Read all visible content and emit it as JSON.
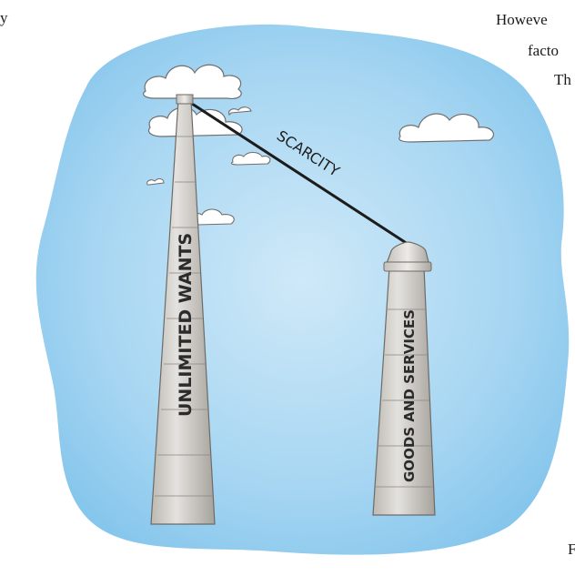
{
  "labels": {
    "scarcity": "SCARCITY",
    "wants": "UNLIMITED WANTS",
    "goods": "GOODS AND SERVICES"
  },
  "margin_fragments": {
    "top_left": "y",
    "right_line1": "Howeve",
    "right_line2": "facto",
    "right_line3": "Th",
    "bottom_right": "F"
  },
  "colors": {
    "sky_light": "#d9eefa",
    "sky_dark": "#86c6ec",
    "pillar_light": "#e2e0dc",
    "pillar_dark": "#a8a49e",
    "rope": "#1c1c1c"
  }
}
